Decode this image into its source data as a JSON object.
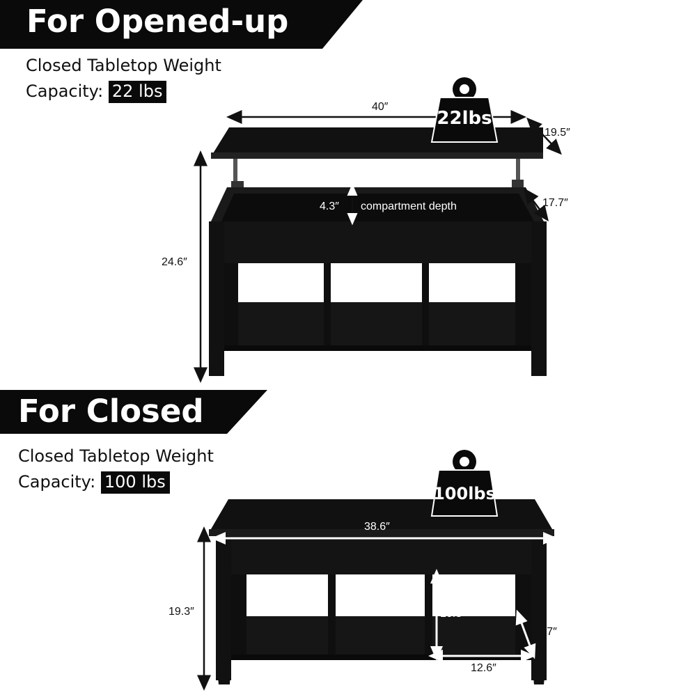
{
  "opened": {
    "banner": "For Opened-up",
    "line1": "Closed Tabletop Weight",
    "line2_label": "Capacity:",
    "line2_value": "22 lbs",
    "weight_badge": "22lbs",
    "dims": {
      "width": "40″",
      "depth": "19.5″",
      "height": "24.6″",
      "compartment_depth_value": "4.3″",
      "compartment_depth_label": "compartment depth",
      "inner_depth": "17.7″"
    }
  },
  "closed": {
    "banner": "For Closed",
    "line1": "Closed Tabletop Weight",
    "line2_label": "Capacity:",
    "line2_value": "100 lbs",
    "weight_badge": "100lbs",
    "dims": {
      "width": "38.6″",
      "height": "19.3″",
      "shelf_height": "10.3″",
      "shelf_depth": "15.7″",
      "shelf_width": "12.6″"
    }
  },
  "colors": {
    "banner": "#0a0a0a",
    "furniture": "#111111",
    "text": "#111111"
  },
  "icons": [
    "weight-icon",
    "coffee-table-opened",
    "coffee-table-closed"
  ]
}
